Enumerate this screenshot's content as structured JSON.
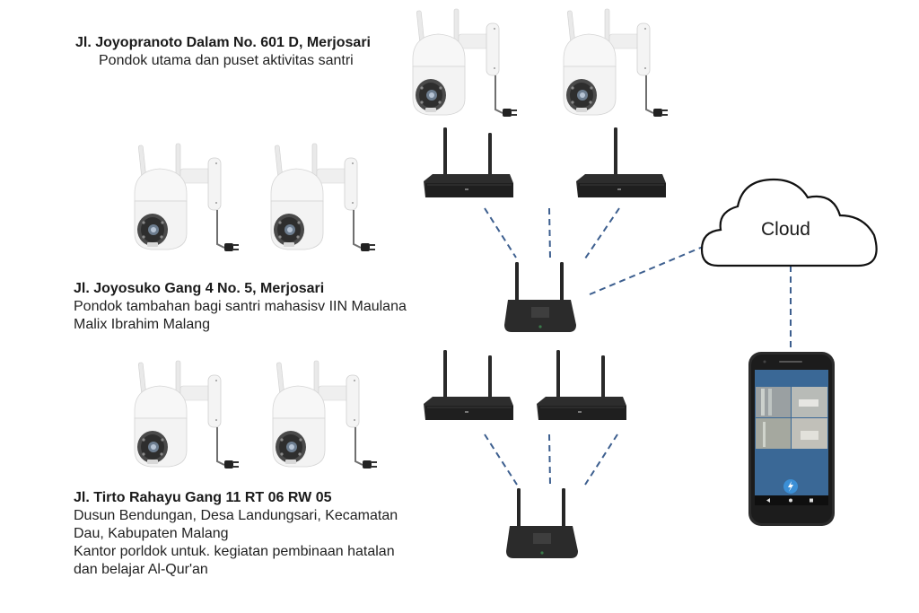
{
  "sites": [
    {
      "title": "Jl. Joyopranoto Dalam No. 601 D, Merjosari",
      "description": [
        "Pondok utama dan puset aktivitas santri"
      ],
      "cameras": 2,
      "nvr_count": 2
    },
    {
      "title": "Jl. Joyosuko Gang 4 No. 5, Merjosari",
      "description": [
        "Pondok tambahan bagi santri mahasisv IIN Maulana",
        "Malix Ibrahim Malang"
      ],
      "cameras": 2,
      "nvr_count": 0
    },
    {
      "title": "Jl. Tirto Rahayu Gang 11 RT 06 RW 05",
      "description": [
        "Dusun Bendungan, Desa Landungsari,  Kecamatan",
        "Dau, Kabupaten Malang",
        "Kantor porldok untuk. kegiatan pembinaan hatalan",
        "dan belajar Al-Qur'an"
      ],
      "cameras": 2,
      "nvr_count": 2
    }
  ],
  "cloud": {
    "label": "Cloud",
    "icon": "cloud-icon"
  },
  "phone": {
    "icon": "smartphone-icon",
    "feeds": 4,
    "app_button_icon": "lightning-icon"
  },
  "colors": {
    "link": "#3d5f8f",
    "device": "#262626",
    "camera": "#f2f2f2",
    "phone_screen": "#3a6896"
  }
}
